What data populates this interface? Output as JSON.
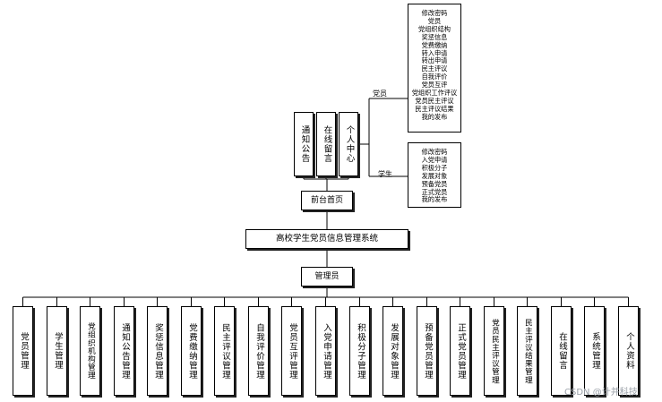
{
  "root": "高校学生党员信息管理系统",
  "front": {
    "title": "前台首页",
    "modules": [
      "通知公告",
      "在线留言",
      "个人中心"
    ],
    "branches": [
      {
        "label": "党员",
        "items": [
          "修改密码",
          "党员",
          "党组织结构",
          "奖惩信息",
          "党费缴纳",
          "转入申请",
          "转出申请",
          "民主评议",
          "自我评价",
          "党员互评",
          "党组织工作评议",
          "党员民主评议",
          "民主评议结果",
          "我的发布"
        ]
      },
      {
        "label": "学生",
        "items": [
          "修改密码",
          "入党申请",
          "积极分子",
          "发展对象",
          "预备党员",
          "正式党员",
          "我的发布"
        ]
      }
    ]
  },
  "admin": {
    "title": "管理员",
    "modules": [
      "党员管理",
      "学生管理",
      "党组织机构管理",
      "通知公告管理",
      "奖惩信息管理",
      "党费缴纳管理",
      "民主评议管理",
      "自我评价管理",
      "党员互评管理",
      "入党申请管理",
      "积极分子管理",
      "发展对象管理",
      "预备党员管理",
      "正式党员管理",
      "党员民主评议管理",
      "民主评议结果管理",
      "在线留言",
      "系统管理",
      "个人资料"
    ]
  },
  "watermark": "CSDN @计并科技"
}
